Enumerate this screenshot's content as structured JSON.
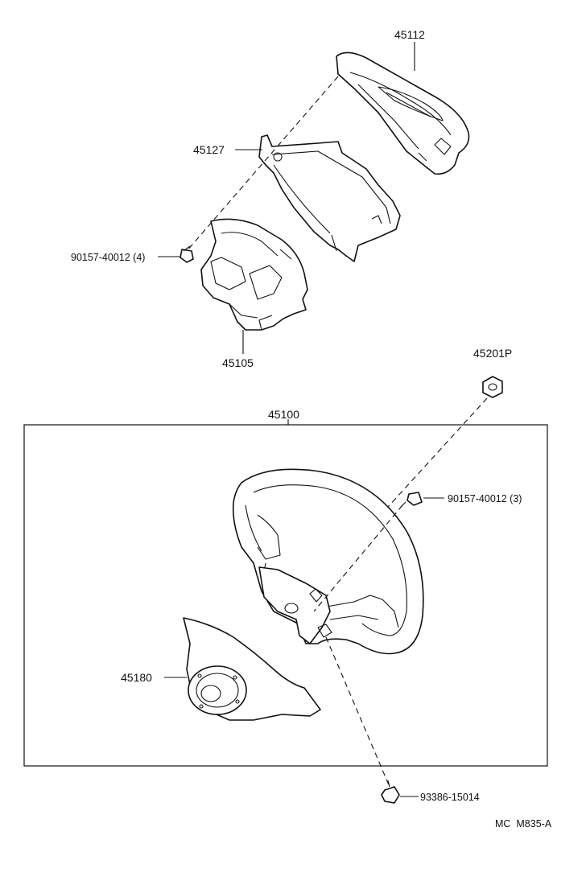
{
  "labels": {
    "cover_45112": "45112",
    "plate_45127": "45127",
    "screw_90157_4": "90157-40012 (4)",
    "bracket_45105": "45105",
    "nut_45201p": "45201P",
    "wheel_assy_45100": "45100",
    "screw_90157_3": "90157-40012 (3)",
    "pad_45180": "45180",
    "bolt_93386": "93386-15014",
    "diagram_code": "MC  M835-A"
  },
  "colors": {
    "line": "#111111",
    "background": "#ffffff"
  }
}
